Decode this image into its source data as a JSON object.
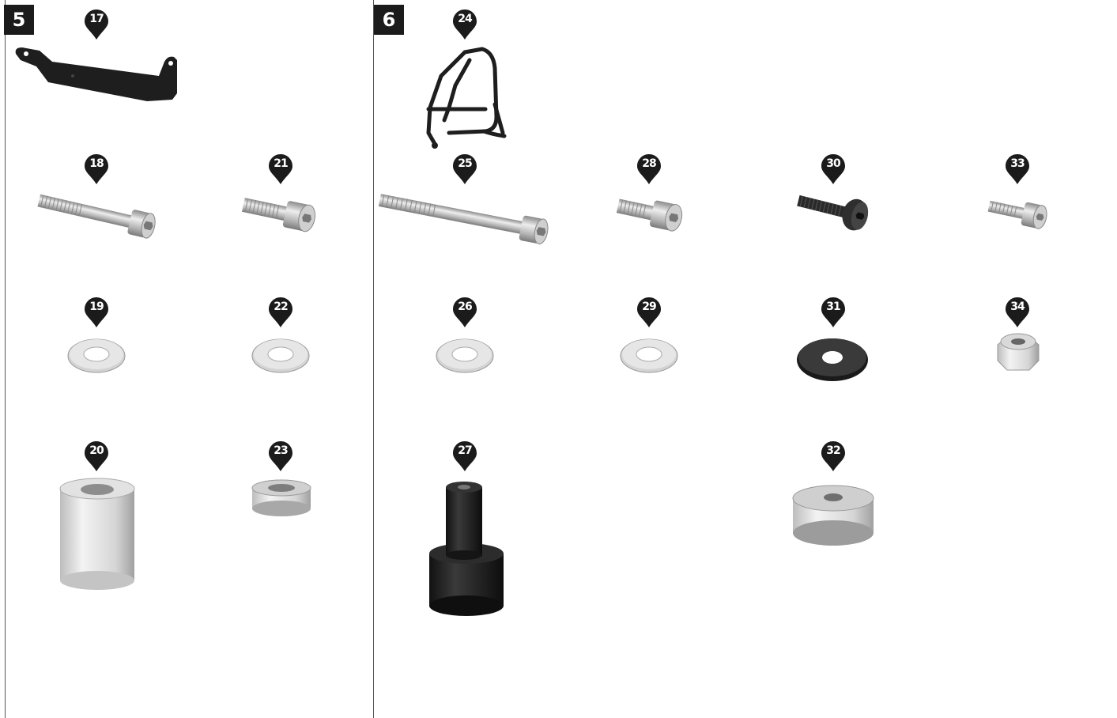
{
  "sections": [
    {
      "label": "5"
    },
    {
      "label": "6"
    }
  ],
  "parts": {
    "p17": "17",
    "p18": "18",
    "p19": "19",
    "p20": "20",
    "p21": "21",
    "p22": "22",
    "p23": "23",
    "p24": "24",
    "p25": "25",
    "p26": "26",
    "p27": "27",
    "p28": "28",
    "p29": "29",
    "p30": "30",
    "p31": "31",
    "p32": "32",
    "p33": "33",
    "p34": "34"
  },
  "colors": {
    "marker": "#1b1b1b",
    "divider": "#555555",
    "steel": "#c9c9c9",
    "black_part": "#1e1e1e"
  }
}
